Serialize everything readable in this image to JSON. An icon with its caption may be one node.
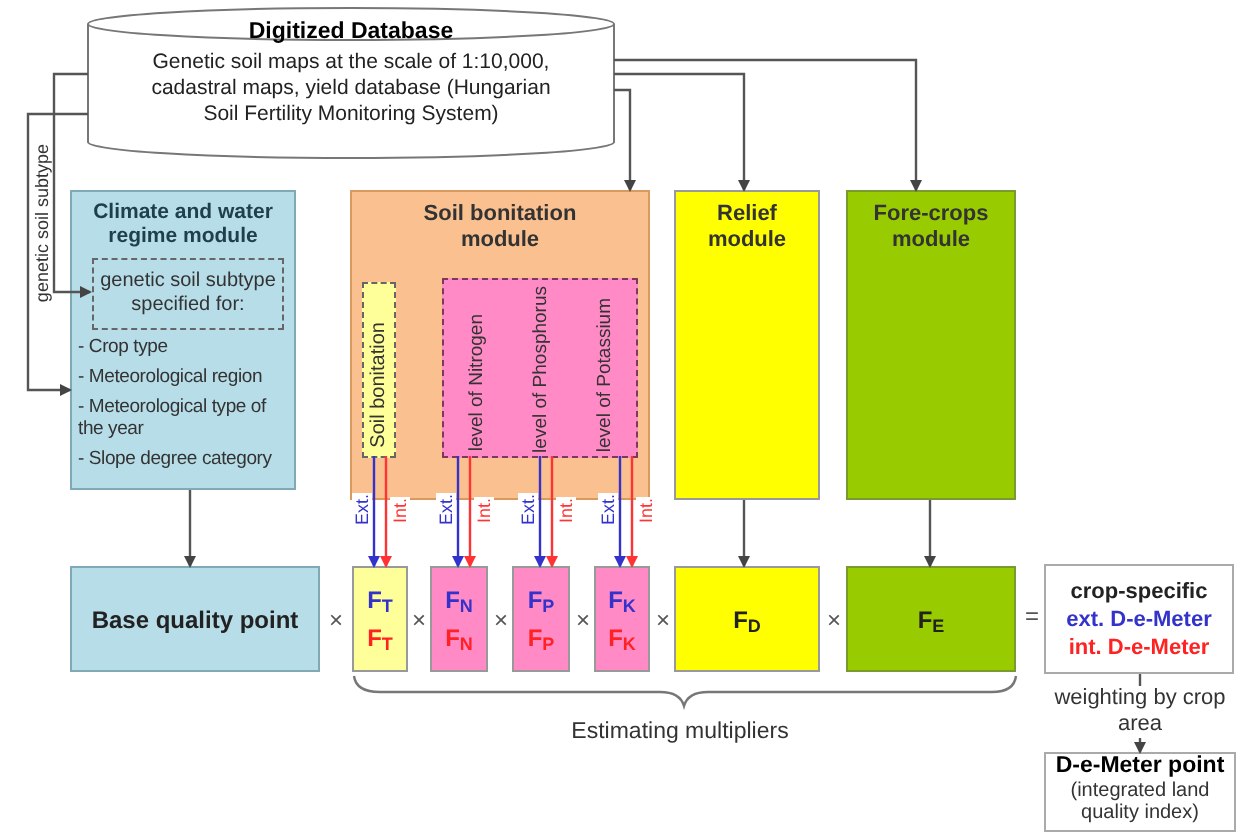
{
  "diagram": {
    "nodes": [
      {
        "text": [
          "Digitized Database",
          "Genetic soil maps at the scale of 1:10,000, cadastral maps, yield database (Hungarian Soil Fertility Monitoring System)"
        ]
      },
      {
        "text": [
          "Climate and water regime module",
          "- Crop type",
          "- Meteorological region",
          "- Meteorological type of the year",
          "- Slope degree category"
        ]
      },
      {
        "text": [
          "genetic soil subtype specified for:"
        ],
        "in": 1
      },
      {
        "text": [
          "Soil bonitation module"
        ]
      },
      {
        "text": [
          "Soil bonitation"
        ],
        "in": 3
      },
      {
        "text": [
          "level of Nitrogen",
          "level of Phosphorus",
          "level of Potassium"
        ],
        "in": 3
      },
      {
        "text": [
          "Relief module"
        ]
      },
      {
        "text": [
          "Fore-crops module"
        ]
      },
      {
        "text": [
          "Base quality point"
        ]
      },
      {
        "text": [
          "F$_{T}$",
          "F$_{T}$"
        ]
      },
      {
        "text": [
          "F$_{N}$",
          "F$_{N}$"
        ]
      },
      {
        "text": [
          "F$_{P}$",
          "F$_{P}$"
        ]
      },
      {
        "text": [
          "F$_{K}$",
          "F$_{K}$"
        ]
      },
      {
        "text": [
          "F$_{D}$"
        ]
      },
      {
        "text": [
          "F$_{E}$"
        ]
      },
      {
        "text": [
          "crop-specific",
          "ext. D-e-Meter",
          "int. D-e-Meter"
        ]
      },
      {
        "text": [
          "D-e-Meter point",
          "(integrated land quality index)"
        ]
      }
    ],
    "edges": [
      {
        "from": 0,
        "to": 2,
        "arrow": "to",
        "label": "genetic soil subtype"
      },
      {
        "from": 0,
        "to": 1,
        "arrow": "to"
      },
      {
        "from": 0,
        "to": 3,
        "arrow": "to"
      },
      {
        "from": 0,
        "to": 6,
        "arrow": "to"
      },
      {
        "from": 0,
        "to": 7,
        "arrow": "to"
      },
      {
        "from": 1,
        "to": 8,
        "arrow": "to"
      },
      {
        "from": 4,
        "to": 9,
        "arrow": "to",
        "label": "Ext.",
        "color": "#3333cc"
      },
      {
        "from": 4,
        "to": 9,
        "arrow": "to",
        "label": "Int.",
        "color": "#ff3333"
      },
      {
        "from": 5,
        "to": 10,
        "arrow": "to",
        "label": "Ext.",
        "color": "#3333cc"
      },
      {
        "from": 5,
        "to": 10,
        "arrow": "to",
        "label": "Int.",
        "color": "#ff3333"
      },
      {
        "from": 5,
        "to": 11,
        "arrow": "to",
        "label": "Ext.",
        "color": "#3333cc"
      },
      {
        "from": 5,
        "to": 11,
        "arrow": "to",
        "label": "Int.",
        "color": "#ff3333"
      },
      {
        "from": 5,
        "to": 12,
        "arrow": "to",
        "label": "Ext.",
        "color": "#3333cc"
      },
      {
        "from": 5,
        "to": 12,
        "arrow": "to",
        "label": "Int.",
        "color": "#ff3333"
      },
      {
        "from": 6,
        "to": 13,
        "arrow": "to"
      },
      {
        "from": 7,
        "to": 14,
        "arrow": "to"
      },
      {
        "from": 15,
        "to": 16,
        "arrow": "to",
        "label": "weighting by crop area"
      }
    ],
    "labels": [
      "×",
      "×",
      "×",
      "×",
      "×",
      "×",
      "=",
      "Estimating multipliers"
    ]
  }
}
